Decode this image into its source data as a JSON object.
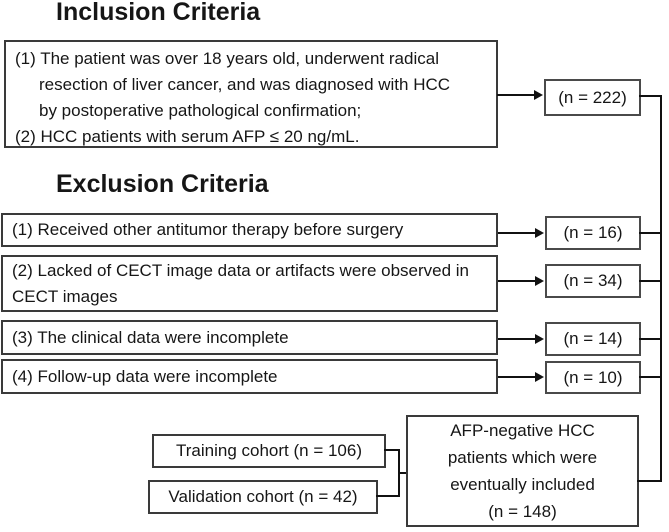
{
  "inclusion": {
    "title": "Inclusion Criteria",
    "lines": [
      "(1) The patient was over 18 years old, underwent radical",
      "resection of liver cancer, and was diagnosed with HCC",
      "by postoperative pathological confirmation;",
      "(2) HCC patients with serum AFP ≤ 20 ng/mL."
    ],
    "count": "(n = 222)"
  },
  "exclusion": {
    "title": "Exclusion Criteria",
    "items": [
      {
        "text": "(1) Received other antitumor therapy before surgery",
        "count": "(n = 16)"
      },
      {
        "text": "(2) Lacked of CECT image data or artifacts were observed in CECT images",
        "count": "(n = 34)"
      },
      {
        "text": "(3) The clinical data were incomplete",
        "count": "(n = 14)"
      },
      {
        "text": "(4) Follow-up data were incomplete",
        "count": "(n = 10)"
      }
    ]
  },
  "cohorts": {
    "training": "Training cohort (n = 106)",
    "validation": "Validation cohort (n = 42)"
  },
  "final": {
    "lines": [
      "AFP-negative HCC",
      "patients which were",
      "eventually included",
      "(n = 148)"
    ]
  },
  "colors": {
    "background": "#ffffff",
    "box_border": "#3a3a3a",
    "count_box_border": "#4a4a4a",
    "line": "#111111",
    "text": "#161616"
  }
}
